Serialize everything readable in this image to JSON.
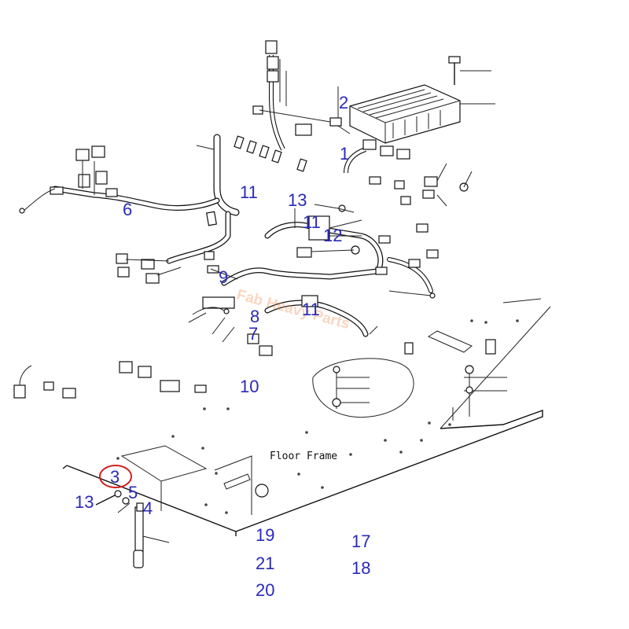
{
  "diagram": {
    "plate_label": "Floor Frame",
    "watermark": "Fab Heavy Parts",
    "callouts": [
      "1",
      "2",
      "3",
      "4",
      "5",
      "6",
      "7",
      "8",
      "9",
      "10",
      "11",
      "11",
      "11",
      "12",
      "13",
      "13",
      "17",
      "18",
      "19",
      "20",
      "21"
    ],
    "highlighted_callout": "3",
    "colors": {
      "callout": "#2a2ab8",
      "highlight_ring": "#d42020",
      "line": "#111111"
    }
  }
}
